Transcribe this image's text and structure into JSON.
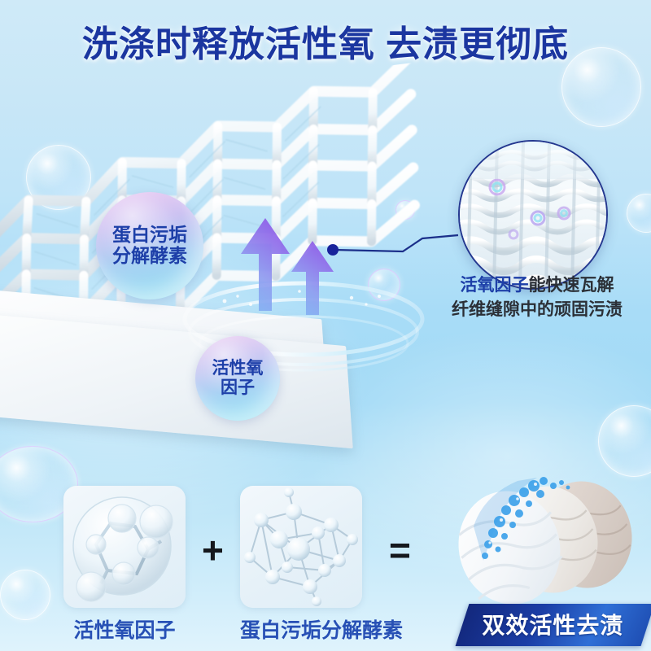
{
  "header": {
    "title": "洗涤时释放活性氧 去渍更彻底"
  },
  "hero": {
    "label_enzyme_line1": "蛋白污垢",
    "label_enzyme_line2": "分解酵素",
    "label_oxygen_line1": "活性氧",
    "label_oxygen_line2": "因子",
    "magnifier_name": "fabric-weave-closeup"
  },
  "description": {
    "highlight": "活氧因子",
    "line1_rest": "能快速瓦解",
    "line2": "纤维缝隙中的顽固污渍"
  },
  "formula": {
    "oxygen_caption": "活性氧因子",
    "enzyme_caption": "蛋白污垢分解酵素",
    "plus": "+",
    "equals": "=",
    "result_banner": "双效活性去渍"
  },
  "colors": {
    "title_blue": "#1b36a0",
    "caption_blue": "#2750b5",
    "banner_blue": "#1b3ea6",
    "background_blue": "#a8dcf7",
    "accent_purple": "#9d7de6"
  }
}
